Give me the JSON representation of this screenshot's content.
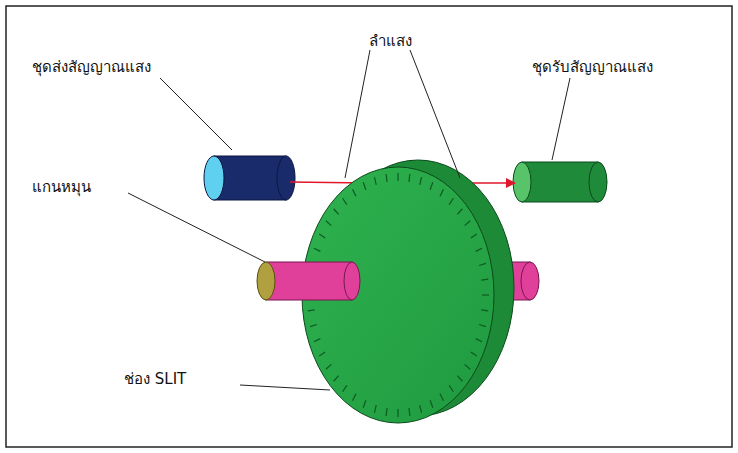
{
  "diagram": {
    "labels": [
      "ลำแสง",
      "ชุดส่งสัญญาณแสง",
      "ชุดรับสัญญาณแสง",
      "แกนหมุน",
      "ช่อง SLIT"
    ]
  }
}
